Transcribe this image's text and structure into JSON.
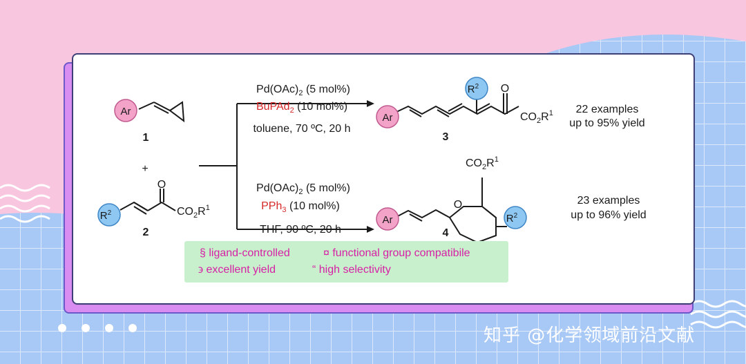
{
  "scheme": {
    "reactant1": {
      "group": "Ar",
      "number": "1"
    },
    "plus": "+",
    "reactant2": {
      "group_main": "R",
      "group_sup": "2",
      "ester_a": "CO",
      "ester_sub": "2",
      "ester_b": "R",
      "ester_sup": "1",
      "ketone_o": "O",
      "number": "2"
    },
    "top_conditions": {
      "catalyst_a": "Pd(OAc)",
      "catalyst_sub": "2",
      "catalyst_b": " (5 mol%)",
      "ligand_a": "BuPAd",
      "ligand_sub": "2",
      "ligand_b": " (10 mol%)",
      "solvent": "toluene, 70 ºC, 20 h"
    },
    "bottom_conditions": {
      "catalyst_a": "Pd(OAc)",
      "catalyst_sub": "2",
      "catalyst_b": " (5 mol%)",
      "ligand_a": "PPh",
      "ligand_sub": "3",
      "ligand_b": " (10 mol%)",
      "solvent": "THF, 90 ºC, 20 h"
    },
    "product3": {
      "group": "Ar",
      "sub_main": "R",
      "sub_sup": "2",
      "ketone_o": "O",
      "ester_a": "CO",
      "ester_sub": "2",
      "ester_b": "R",
      "ester_sup": "1",
      "number": "3",
      "examples": "22 examples",
      "yield": "up to 95% yield"
    },
    "product4": {
      "group": "Ar",
      "ring_o": "O",
      "sub_main": "R",
      "sub_sup": "2",
      "ester_a": "CO",
      "ester_sub": "2",
      "ester_b": "R",
      "ester_sup": "1",
      "number": "4",
      "examples": "23 examples",
      "yield": "up to 96% yield"
    }
  },
  "features": [
    "§ ligand-controlled",
    "¤ functional group compatibile",
    "϶ excellent yield",
    "“ high selectivity"
  ],
  "watermark": "知乎 @化学领域前沿文献",
  "colors": {
    "background_pink": "#f9c6e0",
    "background_blue": "#a8c8f5",
    "accent_red": "#d62828",
    "feature_text": "#d61fa6",
    "feature_box": "#c9f0cc",
    "aryl_ball": "#f4a3c8",
    "r2_ball": "#8ec8f2"
  }
}
